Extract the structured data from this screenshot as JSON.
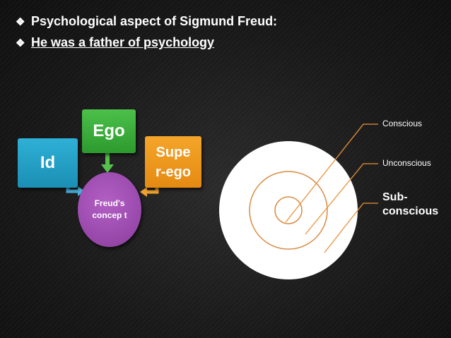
{
  "bullets": {
    "line1": "Psychological aspect of Sigmund Freud:",
    "line2": "He was a father of psychology"
  },
  "freud_concept": {
    "id": "Id",
    "ego": "Ego",
    "superego": "Supe r-ego",
    "center": "Freud's concep t"
  },
  "mind_levels": {
    "conscious": "Conscious",
    "unconscious": "Unconscious",
    "subconscious": "Sub- conscious"
  },
  "colors": {
    "id": "#2fb0d6",
    "ego": "#4cc04a",
    "superego": "#f4a52a",
    "center": "#a24fb5",
    "leader_lines": "#e8913a"
  },
  "icons": {
    "bullet": "diamond-bullet-icon"
  }
}
